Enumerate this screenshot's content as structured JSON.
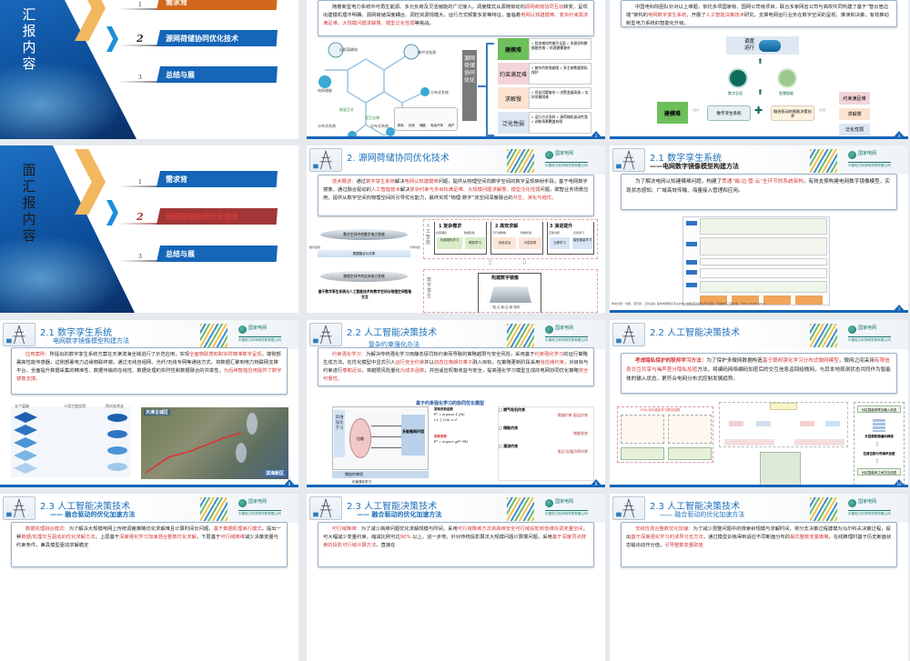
{
  "colors": {
    "brand_blue": "#1565b8",
    "title_blue": "#1d6fba",
    "highlight_red": "#d33a3a",
    "agenda_orange": "#d2661c",
    "agenda_active_red": "#a23636",
    "logo_green": "#13766a"
  },
  "common": {
    "logo_name": "国家电网",
    "logo_company": "中国电力科学研究院有限公司"
  },
  "agenda_a": {
    "title": "汇报内容",
    "items": [
      {
        "num": "1",
        "label": "需求背"
      },
      {
        "num": "2",
        "label": "源网荷储协同优化技术"
      },
      {
        "num": "3",
        "label": "总结与展"
      }
    ]
  },
  "agenda_b": {
    "title": "面汇报内容",
    "items": [
      {
        "num": "1",
        "label": "需求背"
      },
      {
        "num": "2",
        "label": "源网荷储协同优化技术"
      },
      {
        "num": "3",
        "label": "总结与展"
      }
    ]
  },
  "slide3": {
    "page": "3",
    "text_pre": "随着新型电力系统中可再生能源、多元负荷及灵活储能的广泛接入，调度模式从源随荷动向",
    "text_r1": "源网荷储协同互动",
    "text_mid": "转变，呈现出建模机理不明确、源网荷储深度耦合、调控资源规模大、运行方式频繁多变等特征，面临着",
    "text_r2": "电网认知建模难、复杂约束需求满足难、大规模问题求解慢、模型泛化性弱",
    "text_post": "等挑战。",
    "nodes": [
      "远距离输电",
      "集中式电源",
      "电网储能",
      "分布式系统",
      "分布式系统",
      "分布式系统"
    ],
    "arrows": [
      "能量互补",
      "相互支撑"
    ],
    "devices": [
      "风电",
      "光伏",
      "储能",
      "电动汽车",
      "用户"
    ],
    "center": "源网荷储协同优化",
    "challenges": [
      {
        "name": "建模难",
        "bullets": "√ 状态感知传输不全面 √ 多源异构数据融合难 √ 机理建模复杂"
      },
      {
        "name": "约束满足难",
        "bullets": "√ 复杂约束易越限 √ 多主体数据隐私保护"
      },
      {
        "name": "求解慢",
        "bullets": "√ 优化问题复杂 √ 决策变量高维 √ 实时求解困难"
      },
      {
        "name": "泛化性弱",
        "bullets": "√ 运行方式多样 √ 源荷随机波动性强 √ 训练场景覆盖有限"
      }
    ]
  },
  "slide4": {
    "page": "4",
    "text_pre": "中国电科院团队针对以上难题，依托多项国家级、国网公司级项目，联合多家网省公司与高校共同构建了基于“智云管边端”架构的",
    "text_r1": "电网数字孪生系统",
    "text_mid": "，开展了",
    "text_r2": "人工智能决策技术",
    "text_post": "研究，支撑电网运行业务在数字空间的呈现、推演和决策，有效推动新型电力系统的智能化升级。",
    "top": "调度运行",
    "icon_left": "数字呈现",
    "icon_right": "智慧赋能",
    "left_problem": "建模难",
    "twin": "数字孪生系统",
    "plus": "✚",
    "ai": "融合驱动的智能决策技术",
    "right_problems": [
      "约束满足难",
      "求解慢",
      "泛化性弱"
    ]
  },
  "slide6": {
    "title": "2. 源网荷储协同优化技术",
    "label": "技术概述：",
    "t1": "通过",
    "r1": "数字孪生系统",
    "t2": "解决",
    "r2": "电网认知建模难",
    "t3": "问题，提供从物理空间向数字空间的数字呈现映射手段；基于电网数字镜像，通过融合驱动的",
    "r3": "人工智能技术",
    "t4": "解决",
    "r4": "复杂约束与多目标满足难、大规模问题求解慢、模型泛化性弱",
    "t5": "问题，赋智业务场景应用，提供从数字空间向物理空间的引导优化能力，最终实现“物理-数字”双空间深度融合的",
    "r5": "共生、演化与趋优。",
    "layers": [
      "数字空间中的数字电力系统",
      "数据融合与共享",
      "物理空间中的实体电力系统"
    ],
    "side_labels": [
      "数字呈现",
      "引导优化"
    ],
    "caption": "基于数字孪生系统与人工智能技术的数字空间与物理空间智能交互",
    "ai_label": "人工智能",
    "twin_label": "数字孪生",
    "groups": [
      {
        "num": "1",
        "name": "复杂需求",
        "subs": [
          "约束耦合",
          "数据隐私"
        ],
        "boxes": [
          "约束强化学习",
          "联邦学习"
        ]
      },
      {
        "num": "2",
        "name": "高效求解",
        "subs": [
          "可行域降维",
          "整数松弛"
        ],
        "boxes": [
          "动态自治",
          "分层协同"
        ]
      },
      {
        "num": "3",
        "name": "演进提升",
        "subs": [
          "迁移训练",
          "反馈学习"
        ],
        "boxes": [
          "迁移学习",
          "模型增量学习"
        ]
      }
    ],
    "mirror": "构建数字镜像",
    "arch": "“智-云-管-边-端”架构"
  },
  "slide7": {
    "page": "7",
    "title": "2.1 数字孪生系统",
    "subtitle": "——电网数字镜像模型构建方法",
    "t1": "为了解决电网认知建模难问题，构建了",
    "r1": "贯通“端-边-管-云”全环节的系统架构",
    "t2": "，有效支撑构建电网数字镜像模型，实现状态感知、广域高效传输、海量接入管理和应用。",
    "reference": "参考文献：刘鹏，蒲天骄，王新迎等. 面向电网数字孪生的电力物联网关键技术及展望. 中国电机工程学报，2022,42(08):2893-"
  },
  "slide8": {
    "page": "8",
    "title": "2.1 数字孪生系统",
    "subtitle": "电网数字镜像模型构建方法",
    "label": "应用案例：",
    "t1": "所提出的数字孪生系统方案在天津滨海全域进行了示范应用，实现",
    "r1": "全面物联感知和实时精准数字呈现",
    "t2": "，端侧部署高性能传感器，边侧部署电力边缘物联终端，通过无线自组网、光纤/无线专网等通信方式，将数据汇聚到电力物联网支撑平台，全面提升数据采集的精准性、数据传输的在线性、数据处理的实时性和数据融合的共享性，",
    "r2": "为后续智能应用提供了数字镜像支撑。",
    "cols": [
      "五个层级",
      "十项工程应用",
      "四大技术支"
    ],
    "map_city": "天津主城区",
    "map_binhai": "滨海新区"
  },
  "slide9": {
    "page": "9",
    "title": "2.2 人工智能决策技术",
    "subtitle": "复杂约束强化办法",
    "label": "约束强化学习：",
    "t1": "为解决传统强化学习用静态惩罚软约束而导致的策略越限与安全风险，采用基于",
    "r1": "约束强化学习",
    "t2": "的运行策略生成方法。在优化模型中显式引入",
    "r2": "运行安全约束",
    "t3": "并以",
    "r3": "动态拉格朗日乘子",
    "t4": "融入目标。在策略更新阶段采用",
    "r4": "信任域约束",
    "t5": "，对目标与约束进行",
    "r5": "泰勒近似",
    "t6": "，将越限风险量化",
    "r6": "为成本函数",
    "t7": "，并自适应权衡收益与安全，提高强化学习模型生成的电网协同优化策略",
    "r7": "安全可靠性。",
    "diagram_title": "基于约束强化学习的协同优化模型",
    "rl": "高维强化学习",
    "agent": "拉格",
    "env": "多能微网环境",
    "add": "增加约束项",
    "crl": "约束强化学习",
    "policy": "策略更新函数",
    "param": "参数更新",
    "c1": "□ 燃气轮机约束",
    "c2": "□ 储能约束",
    "c3": "□ 潮流约束",
    "c1n": "爬坡约束 配运约束",
    "c2n": "储能状态",
    "c3n": "电压/支路功率约束"
  },
  "slide10": {
    "page": "10",
    "title": "2.2 人工智能决策技术",
    "label": "考虑隐私保护的联邦学习方法：",
    "t1": "为了保护多微网数据构造",
    "r1": "基于联邦强化学习分布式微网模型",
    "t2": "，微网之间采用",
    "r2": "有限信息交互共享与噪声差分隐私加密",
    "t3": "方法，将编码网络编码加密后的交互信息返回给微网，与其本地观测状态共同作为智能体的输入状态，更符合电网分布式控制发展趋势。",
    "left_title": "行为-评价强化学习算法结构",
    "right": [
      "分区智能体联合输入状态",
      "多层感知器编码网络",
      "拉普拉斯分布噪声加密",
      "分区智能体之间交互信息"
    ]
  },
  "slide11": {
    "title": "2.3 人工智能决策技术",
    "subtitle": "—— 融合驱动的优化加速方法",
    "label": "数据机理融合模式：",
    "t1": "为了解决大规模电网上传统调度策略优化求解难且计算时间长问题，",
    "r1": "基于数据机理串行模式",
    "t2": "，提出一种",
    "r2": "数据/机理交互驱动的优化求解方法",
    "t3": "。上层基于",
    "r3": "深度强化学习加速混合整数优化求解",
    "t4": "，下层基于",
    "r4": "可行域降维",
    "t5": "减少决策变量与约束条件，兼具模型驱动求解稳定"
  },
  "slide12": {
    "title": "2.3 人工智能决策技术",
    "subtitle": "—— 融合驱动的优化加速方法",
    "label": "可行域降维：",
    "t1": "为了减少高维问题优化求解规模与时间，采用",
    "r1": "可行域降维方法将高维安全可行域投影到低维协调变量空间",
    "t2": "，可大幅减少变量约束，缩减比例可达",
    "r2": "90%",
    "t3": " 以上。进一步地，针对传统投影算法大规模问题计算慢问题，采用",
    "r3": "基于深度顶点搜索的投影可行域计算方法",
    "t4": "，直接在"
  },
  "slide13": {
    "title": "2.3 人工智能决策技术",
    "subtitle": "—— 融合驱动的优化加速方法",
    "label": "非线性混合整数优化加速：",
    "t1": "为了减少混整问题中的搜索树规模与求解时间，将分支决策过程建模为马尔科夫决策过程，提出",
    "r1": "基于深度强化学习的诱导分支方法",
    "t2": "，通过模型训练得到适应不同断面分布的",
    "r2": "最优整数变量策略",
    "t3": "，在线推理时基于历史断面状态输出动作分值，",
    "r3": "引导整数变量取值"
  }
}
